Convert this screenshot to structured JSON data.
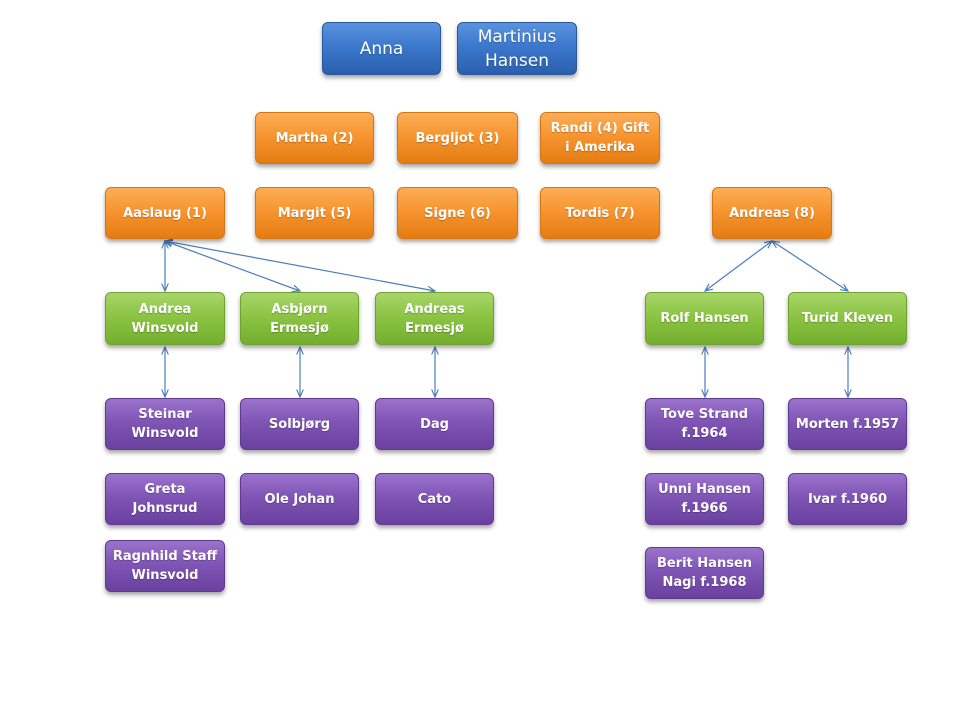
{
  "colors": {
    "parents": "#3c78cc",
    "children": "#f79530",
    "spouses": "#8cc544",
    "grandchildren": "#7f55b5",
    "connector": "#4a7ebb"
  },
  "parents": [
    "Anna",
    "Martinius Hansen"
  ],
  "children": [
    "Martha (2)",
    "Bergljot (3)",
    "Randi (4) Gift i Amerika",
    "Aaslaug (1)",
    "Margit (5)",
    "Signe (6)",
    "Tordis (7)",
    "Andreas (8)"
  ],
  "spouses": [
    "Andrea Winsvold",
    "Asbjørn Ermesjø",
    "Andreas Ermesjø",
    "Rolf Hansen",
    "Turid Kleven"
  ],
  "grandchildren": [
    "Steinar Winsvold",
    "Greta Johnsrud",
    "Ragnhild Staff Winsvold",
    "Solbjørg",
    "Ole Johan",
    "Dag",
    "Cato",
    "Tove Strand f.1964",
    "Unni Hansen f.1966",
    "Berit Hansen Nagi f.1968",
    "Morten f.1957",
    "Ivar f.1960"
  ]
}
